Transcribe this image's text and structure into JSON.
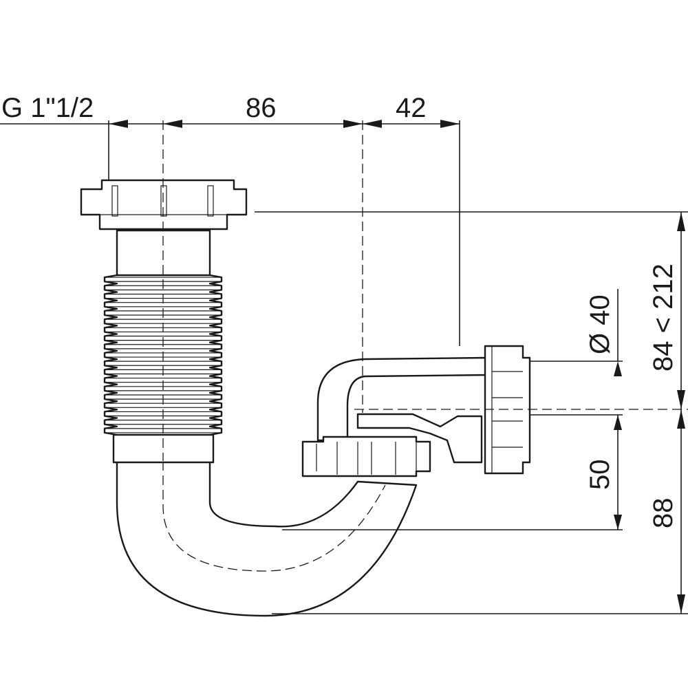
{
  "dimensions": {
    "thread": "G 1\"1/2",
    "offset_horizontal": "86",
    "offset_outlet": "42",
    "outlet_diameter": "Ø 40",
    "height_adjustable": "84 < 212",
    "water_seal": "50",
    "bottom_height": "88"
  },
  "colors": {
    "line": "#1a1a1a",
    "background": "#ffffff"
  }
}
